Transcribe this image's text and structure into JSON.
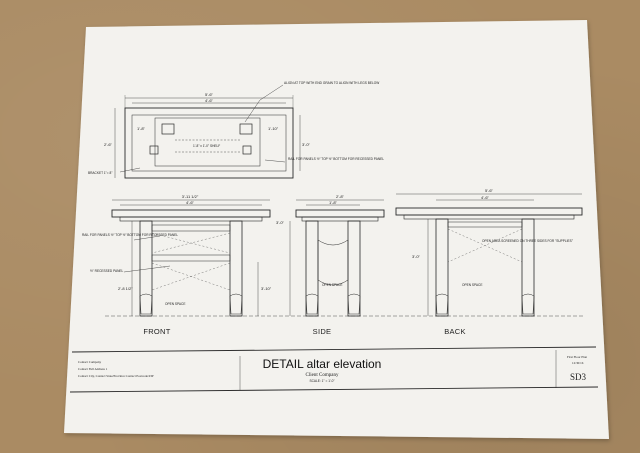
{
  "drawing": {
    "title": "DETAIL altar elevation",
    "sheet_id": "SD3",
    "company_block": {
      "line1": "Contact Company",
      "line2": "Contact Full Address 1",
      "line3": "Contact City, Contact State/Province Contact Postcode/ZIP"
    },
    "client_block": {
      "client": "Client Company",
      "scale": "SCALE: 1\" = 1'-0\""
    },
    "right_block": {
      "plan_name": "First Floor Plan",
      "date": "12/30/16"
    },
    "views": {
      "front": "FRONT",
      "side": "SIDE",
      "back": "BACK"
    },
    "plan_dims": {
      "overall_width": "5'-6\"",
      "inner_width": "4'-6\"",
      "side_1": "1'-8\"",
      "side_2": "1'-10\"",
      "shelf": "1'-8\" x 1'-0\" SHELF",
      "depth_1": "2'-6\"",
      "depth_2": "3'-0\""
    },
    "front_dims": {
      "top_width": "3'-11 1/2\"",
      "inner_width": "4'-6\"",
      "leg_height_1": "2'-8 1/2\"",
      "leg_height_2": "3'-10\"",
      "open_space": "OPEN SPACE"
    },
    "side_dims": {
      "top_width": "2'-8\"",
      "inner_width": "1'-8\"",
      "height": "3'-0\"",
      "open_space": "OPEN SPACE"
    },
    "back_dims": {
      "top_width": "5'-6\"",
      "inner_width": "4'-6\"",
      "height": "3'-0\"",
      "open_space": "OPEN SPACE"
    },
    "notes": {
      "align_top": "ALIGN AT TOP WITH END GRAIN TO ALIGN WITH LEGS BELOW",
      "rail_panels_plan": "RAIL FOR PANELS ½\" TOP ½\" BOTTOM FOR RECESSED PANEL",
      "bracket": "BRACKET 1\"= 8\"",
      "rail_panels_front": "RAIL FOR PANELS ½\" TOP ½\" BOTTOM FOR RECESSED PANEL",
      "recessed_panel": "½\" RECESSED PANEL",
      "back_open_area": "OPEN AREA SCREENED ON THREE SIDES FOR \"SUPPLIES\""
    }
  }
}
